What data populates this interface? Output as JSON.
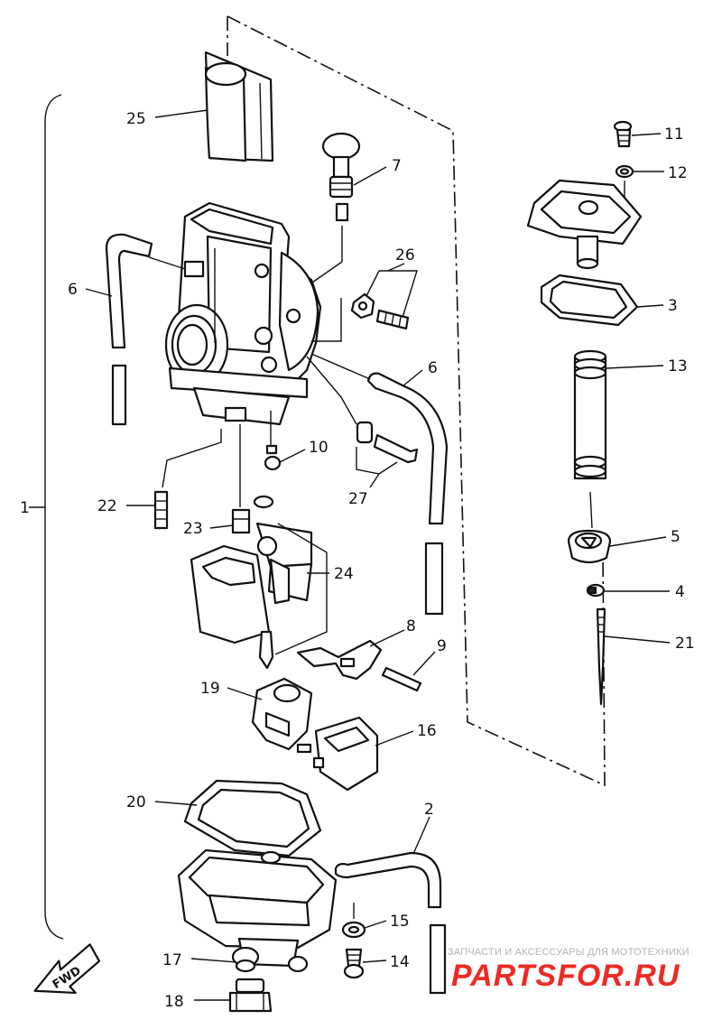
{
  "parts": [
    {
      "ref": "1"
    },
    {
      "ref": "2"
    },
    {
      "ref": "3"
    },
    {
      "ref": "4"
    },
    {
      "ref": "5"
    },
    {
      "ref": "6"
    },
    {
      "ref": "6"
    },
    {
      "ref": "7"
    },
    {
      "ref": "8"
    },
    {
      "ref": "9"
    },
    {
      "ref": "10"
    },
    {
      "ref": "11"
    },
    {
      "ref": "12"
    },
    {
      "ref": "13"
    },
    {
      "ref": "14"
    },
    {
      "ref": "15"
    },
    {
      "ref": "16"
    },
    {
      "ref": "17"
    },
    {
      "ref": "18"
    },
    {
      "ref": "19"
    },
    {
      "ref": "20"
    },
    {
      "ref": "21"
    },
    {
      "ref": "22"
    },
    {
      "ref": "23"
    },
    {
      "ref": "24"
    },
    {
      "ref": "25"
    },
    {
      "ref": "26"
    },
    {
      "ref": "27"
    }
  ],
  "direction_marker": "FWD",
  "watermark": {
    "tagline": "ЗАПЧАСТИ И АКСЕССУАРЫ ДЛЯ МОТОТЕХНИКИ",
    "brand": "PARTSFOR.RU",
    "brand_color": "#ee2a24"
  }
}
